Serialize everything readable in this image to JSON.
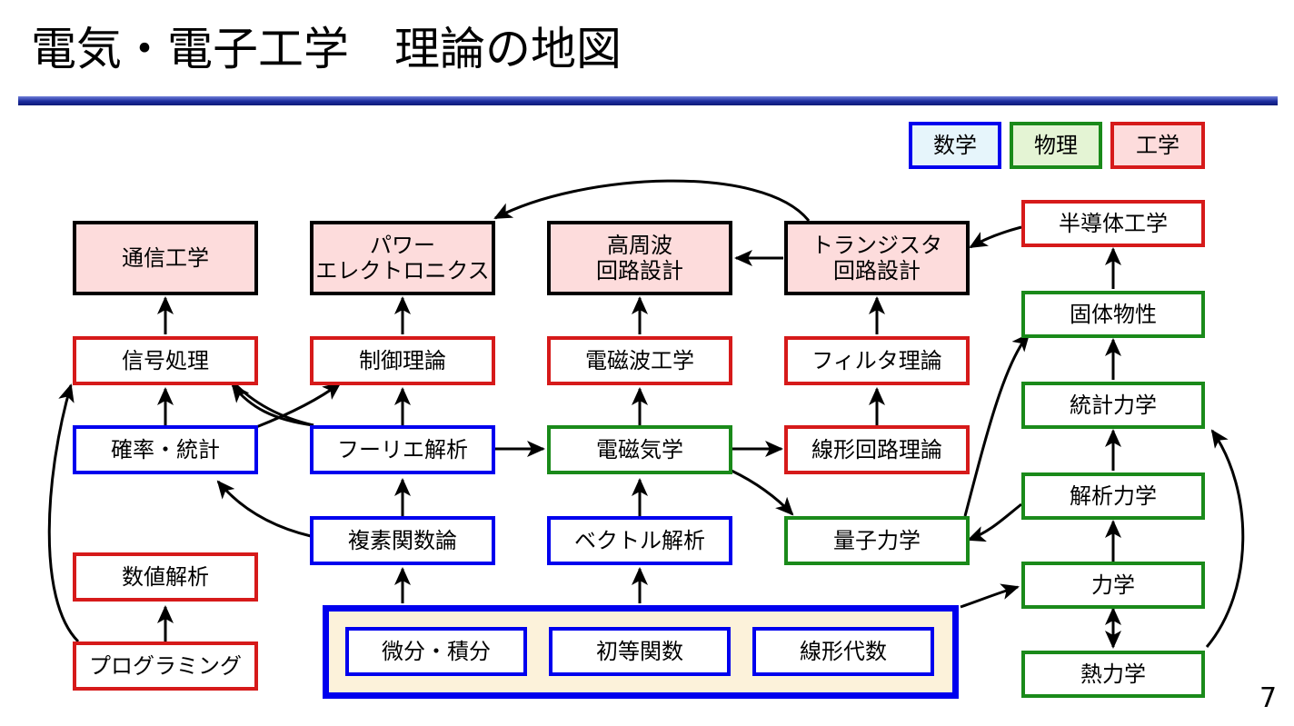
{
  "title": "電気・電子工学　理論の地図",
  "page_number": "7",
  "colors": {
    "math": "#0000ee",
    "physics": "#1a8a1a",
    "engineering": "#d61a1a",
    "title_rule": "#1c2c9e",
    "target_fill": "#fddcdc",
    "foundation_fill": "#fcf2da"
  },
  "legend": {
    "math": "数学",
    "physics": "物理",
    "engineering": "工学"
  },
  "targets": {
    "communication": "通信工学",
    "power_electronics_1": "パワー",
    "power_electronics_2": "エレクトロニクス",
    "high_freq_1": "高周波",
    "high_freq_2": "回路設計",
    "transistor_1": "トランジスタ",
    "transistor_2": "回路設計"
  },
  "engineering": {
    "signal_processing": "信号処理",
    "control_theory": "制御理論",
    "em_wave_engineering": "電磁波工学",
    "filter_theory": "フィルタ理論",
    "linear_circuit": "線形回路理論",
    "semiconductor": "半導体工学",
    "numerical_analysis": "数値解析",
    "programming": "プログラミング"
  },
  "math": {
    "probability": "確率・統計",
    "fourier": "フーリエ解析",
    "complex_analysis": "複素関数論",
    "vector_analysis": "ベクトル解析",
    "calculus": "微分・積分",
    "elementary_functions": "初等関数",
    "linear_algebra": "線形代数"
  },
  "physics": {
    "electromagnetism": "電磁気学",
    "quantum_mechanics": "量子力学",
    "solid_state": "固体物性",
    "statistical_mechanics": "統計力学",
    "analytical_mechanics": "解析力学",
    "mechanics": "力学",
    "thermodynamics": "熱力学"
  }
}
